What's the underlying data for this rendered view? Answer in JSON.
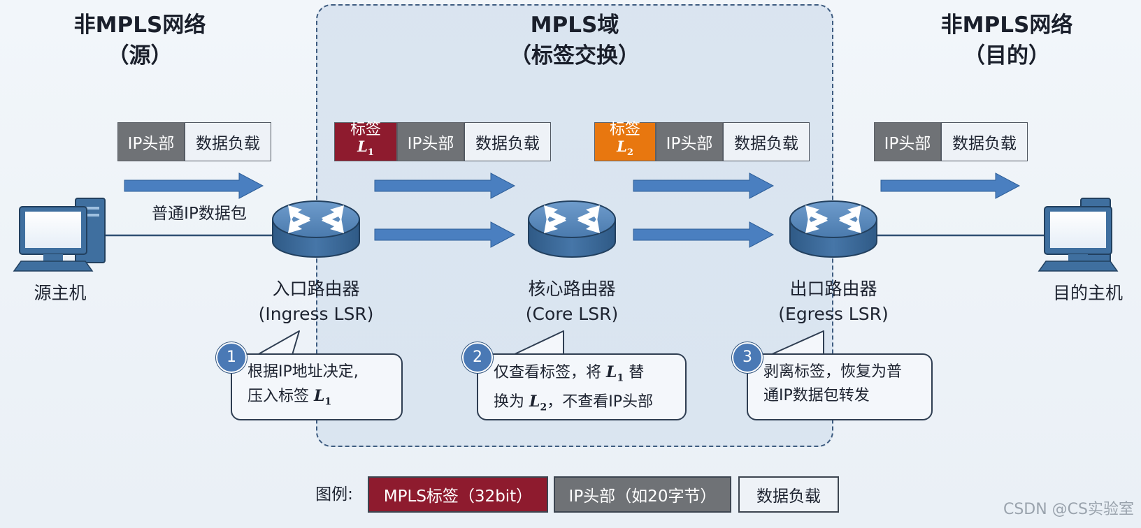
{
  "regions": {
    "source": {
      "title": "非MPLS网络",
      "subtitle": "（源）"
    },
    "mpls": {
      "title": "MPLS域",
      "subtitle": "（标签交换）"
    },
    "destination": {
      "title": "非MPLS网络",
      "subtitle": "（目的）"
    }
  },
  "packets": {
    "ip_label": "IP头部",
    "payload_label": "数据负载",
    "mpls_label_text": "标签",
    "label1": {
      "letter": "L",
      "index": "1"
    },
    "label2": {
      "letter": "L",
      "index": "2"
    }
  },
  "flow_label": "普通IP数据包",
  "hosts": {
    "source": "源主机",
    "destination": "目的主机"
  },
  "routers": [
    {
      "name": "入口路由器",
      "role": "(Ingress LSR)"
    },
    {
      "name": "核心路由器",
      "role": "(Core LSR)"
    },
    {
      "name": "出口路由器",
      "role": "(Egress LSR)"
    }
  ],
  "steps": [
    {
      "number": "1",
      "line1": "根据IP地址决定,",
      "line2_prefix": "压入标签 ",
      "line2_sym": "L",
      "line2_sub": "1"
    },
    {
      "number": "2",
      "line1_prefix": "仅查看标签，将 ",
      "line1_sym": "L",
      "line1_sub": "1",
      "line1_suffix": " 替",
      "line2_prefix": "换为 ",
      "line2_sym": "L",
      "line2_sub": "2",
      "line2_suffix": "，不查看IP头部"
    },
    {
      "number": "3",
      "line1": "剥离标签，恢复为普",
      "line2": "通IP数据包转发"
    }
  ],
  "legend": {
    "title": "图例:",
    "mpls": "MPLS标签（32bit）",
    "ip": "IP头部（如20字节）",
    "payload": "数据负载"
  },
  "watermark": "CSDN @CS实验室",
  "colors": {
    "label_red": "#8e1b2e",
    "label_orange": "#e8770f",
    "ip_gray": "#6f7276",
    "arrow_blue": "#4a7fc0",
    "router_blue": "#3f6f9f"
  }
}
